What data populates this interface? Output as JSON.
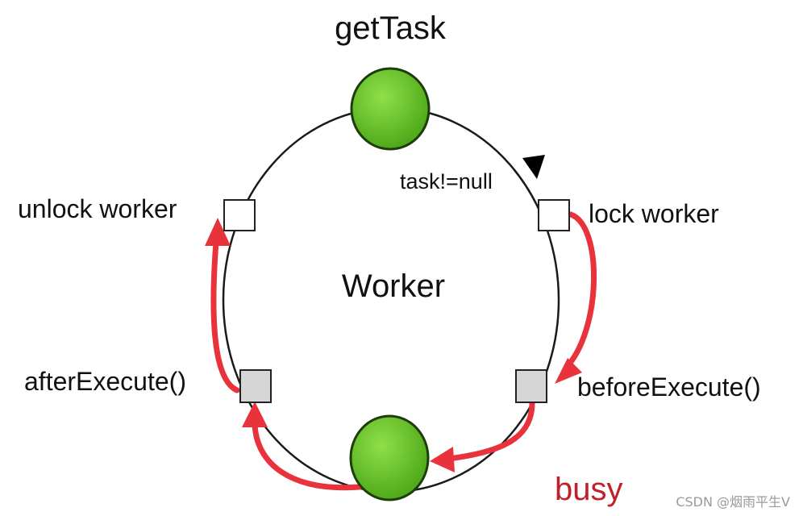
{
  "diagram": {
    "top_node_label": "getTask",
    "center_label": "Worker",
    "condition_label": "task!=null",
    "lock_label": "lock worker",
    "unlock_label": "unlock worker",
    "before_label": "beforeExecute()",
    "after_label": "afterExecute()",
    "busy_label": "busy"
  },
  "watermark": "CSDN @烟雨平生V",
  "colors": {
    "node_fill": "#5cc11f",
    "node_stroke": "#1d3d0b",
    "ring_stroke": "#1a1a1a",
    "busy_arrow": "#e8323c",
    "busy_text": "#c0202a",
    "box_white": "#ffffff",
    "box_gray": "#d6d6d6"
  }
}
